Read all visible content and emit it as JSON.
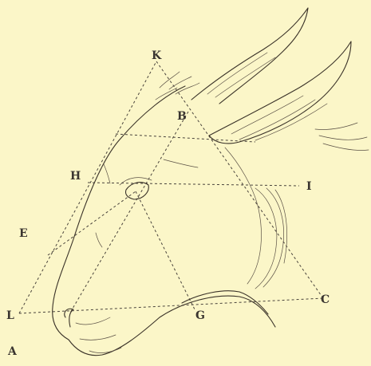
{
  "figure": {
    "background_color": "#fbf6c8",
    "ink_color": "#3a3228",
    "labels": {
      "K": "K",
      "B": "B",
      "H": "H",
      "I": "I",
      "E": "E",
      "L": "L",
      "G": "G",
      "C": "C",
      "A": "A"
    }
  }
}
